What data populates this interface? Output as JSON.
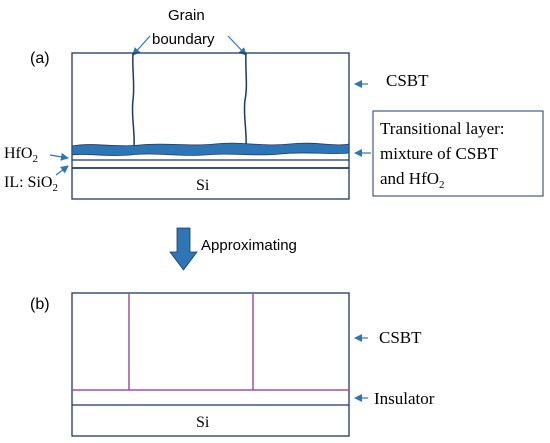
{
  "panel_a": {
    "label": "(a)",
    "grain_boundary_label_line1": "Grain",
    "grain_boundary_label_line2": "boundary",
    "csbt_label": "CSBT",
    "transitional_label_line1": "Transitional layer:",
    "transitional_label_line2": "mixture of CSBT",
    "transitional_label_line3_prefix": "and HfO",
    "transitional_label_line3_sub": "2",
    "hfo2_label_prefix": "HfO",
    "hfo2_label_sub": "2",
    "il_label_prefix": "IL: SiO",
    "il_label_sub": "2",
    "si_label": "Si"
  },
  "arrow_label": "Approximating",
  "panel_b": {
    "label": "(b)",
    "csbt_label": "CSBT",
    "insulator_label": "Insulator",
    "si_label": "Si"
  },
  "colors": {
    "outline": "#1f3864",
    "transitional_layer": "#2e75b6",
    "pointer_arrow": "#2e75b6",
    "big_arrow": "#2e75b6",
    "grain_boundary_b": "#a050a0",
    "text": "#000000"
  }
}
